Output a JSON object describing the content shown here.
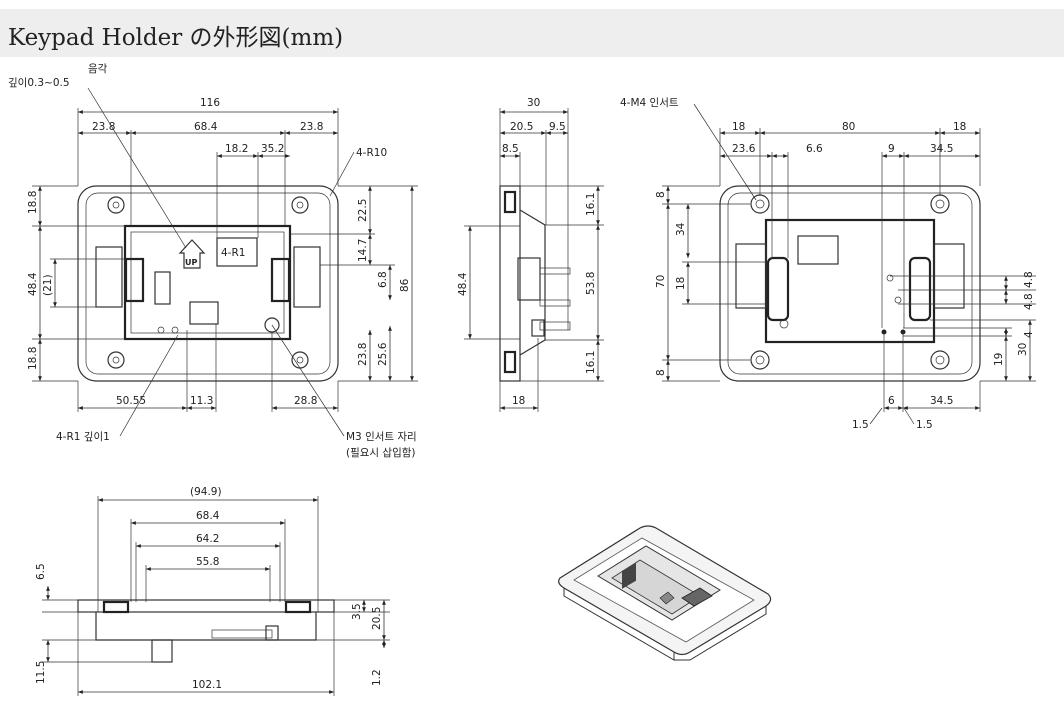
{
  "header": {
    "title": "Keypad Holder の外形図(mm)"
  },
  "front_view": {
    "notes": {
      "emboss": "음각",
      "depth": "깊이0.3~0.5",
      "corner": "4-R10",
      "r1": "4-R1 깊이1",
      "m3_1": "M3 인서트 자리",
      "m3_2": "(필요시 삽입함)",
      "up_mark": "UP",
      "r1_label": "4-R1"
    },
    "dims": {
      "total_w": "116",
      "left_w": "23.8",
      "mid_w": "68.4",
      "right_w": "23.8",
      "d18_2": "18.2",
      "d35_2": "35.2",
      "top_h": "18.8",
      "mid_h": "48.4",
      "bot_h": "18.8",
      "ref_21": "(21)",
      "d22_5": "22.5",
      "d14_7": "14.7",
      "d6_8": "6.8",
      "d23_8": "23.8",
      "d25_6": "25.6",
      "total_h": "86",
      "b50_55": "50.55",
      "b11_3": "11.3",
      "b28_8": "28.8"
    }
  },
  "side_view": {
    "dims": {
      "total": "30",
      "d20_5": "20.5",
      "d9_5": "9.5",
      "d8_5": "8.5",
      "d16_1_top": "16.1",
      "d48_4": "48.4",
      "d53_8": "53.8",
      "d16_1_bot": "16.1",
      "d18": "18"
    }
  },
  "back_view": {
    "notes": {
      "insert": "4-M4 인서트"
    },
    "dims": {
      "d18_l": "18",
      "d80": "80",
      "d18_r": "18",
      "d23_6": "23.6",
      "d6_6": "6.6",
      "d9": "9",
      "d34_5_top": "34.5",
      "d8_top": "8",
      "d34": "34",
      "d70": "70",
      "d18_left": "18",
      "d8_bot": "8",
      "d4_8a": "4.8",
      "d4_8b": "4.8",
      "d4": "4",
      "d19": "19",
      "d30": "30",
      "d1_5_l": "1.5",
      "d6": "6",
      "d34_5_bot": "34.5",
      "d1_5_r": "1.5"
    }
  },
  "bottom_view": {
    "dims": {
      "d94_9": "(94.9)",
      "d68_4": "68.4",
      "d64_2": "64.2",
      "d55_8": "55.8",
      "d6_5": "6.5",
      "d11_5": "11.5",
      "d3_5": "3.5",
      "d20_5": "20.5",
      "d1_2": "1.2",
      "d102_1": "102.1"
    }
  }
}
